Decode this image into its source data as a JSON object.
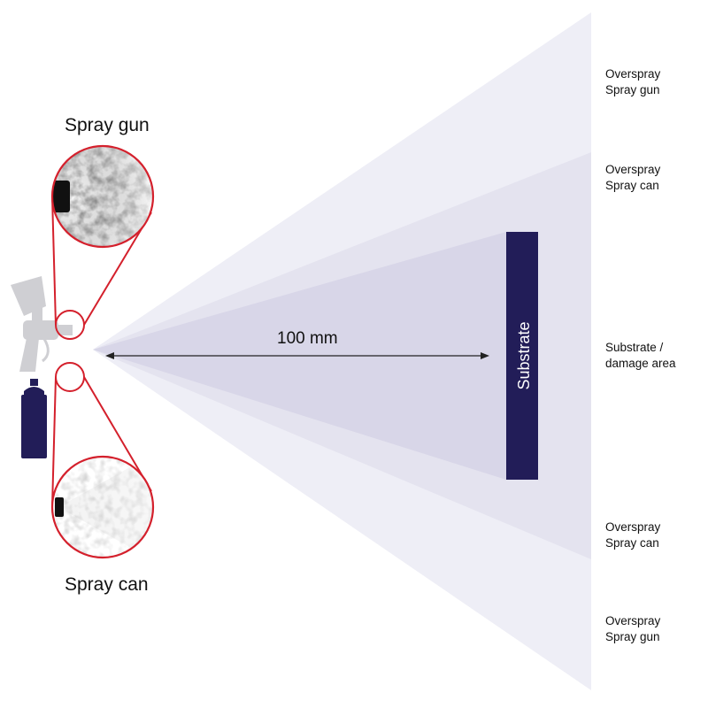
{
  "title_spray_gun": "Spray gun",
  "title_spray_can": "Spray can",
  "distance_label": "100 mm",
  "substrate_label": "Substrate",
  "right_labels": [
    {
      "line1": "Overspray",
      "line2": "Spray gun"
    },
    {
      "line1": "Overspray",
      "line2": "Spray can"
    },
    {
      "line1": "Substrate /",
      "line2": "damage area"
    },
    {
      "line1": "Overspray",
      "line2": "Spray can"
    },
    {
      "line1": "Overspray",
      "line2": "Spray gun"
    }
  ],
  "colors": {
    "overspray_gun": "#eeeef6",
    "overspray_can": "#e4e3ef",
    "damage_area": "#d8d6e8",
    "substrate": "#221d58",
    "callout": "#d4202c",
    "spray_gun_icon": "#cfcfd3",
    "spray_can_icon": "#221d58"
  }
}
